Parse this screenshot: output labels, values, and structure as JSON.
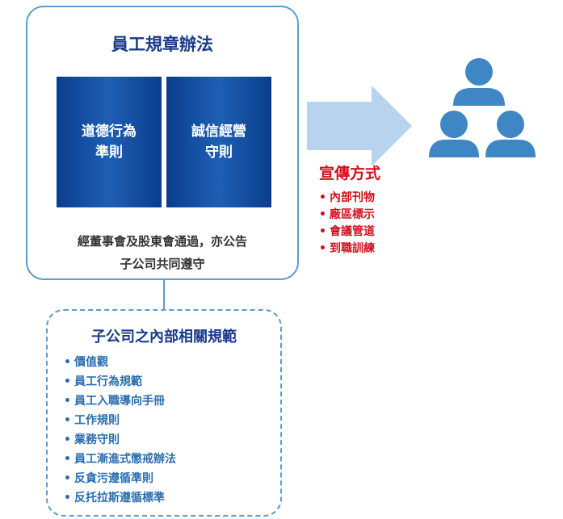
{
  "main": {
    "title": "員工規章辦法",
    "cards": [
      {
        "line1": "道德行為",
        "line2": "準則"
      },
      {
        "line1": "誠信經營",
        "line2": "守則"
      }
    ],
    "note_line1": "經董事會及股東會通過，亦公告",
    "note_line2": "子公司共同遵守"
  },
  "subsidiary": {
    "title": "子公司之內部相關規範",
    "items": [
      "價值觀",
      "員工行為規範",
      "員工入職導向手冊",
      "工作規則",
      "業務守則",
      "員工漸進式懲戒辦法",
      "反貪污遵循準則",
      "反托拉斯遵循標準"
    ]
  },
  "promotion": {
    "title": "宣傳方式",
    "items": [
      "內部刊物",
      "廠區標示",
      "會議管道",
      "到職訓練"
    ]
  },
  "colors": {
    "border": "#5a9bd0",
    "title_blue": "#1a3a8a",
    "card_blue": "#0a3e8c",
    "accent_red": "#d0101d",
    "arrow": "#b7d3ee",
    "people": "#3f86c4"
  },
  "icons": [
    "arrow-right-icon",
    "people-group-icon"
  ]
}
